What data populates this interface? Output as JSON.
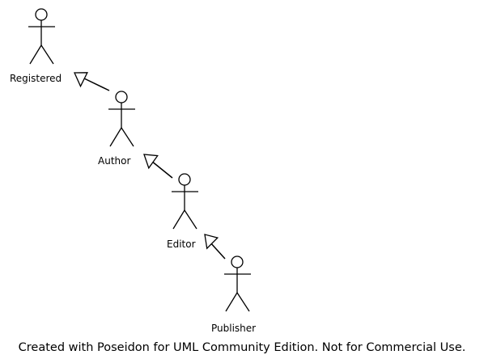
{
  "diagram": {
    "type": "uml-use-case",
    "actors": [
      {
        "id": "registered",
        "name": "Registered"
      },
      {
        "id": "author",
        "name": "Author"
      },
      {
        "id": "editor",
        "name": "Editor"
      },
      {
        "id": "publisher",
        "name": "Publisher"
      }
    ],
    "generalizations": [
      {
        "from": "author",
        "to": "registered"
      },
      {
        "from": "editor",
        "to": "author"
      },
      {
        "from": "publisher",
        "to": "editor"
      }
    ]
  },
  "footer": {
    "text": "Created with Poseidon for UML Community Edition. Not for Commercial Use."
  },
  "colors": {
    "stroke": "#000000",
    "background": "#ffffff"
  }
}
